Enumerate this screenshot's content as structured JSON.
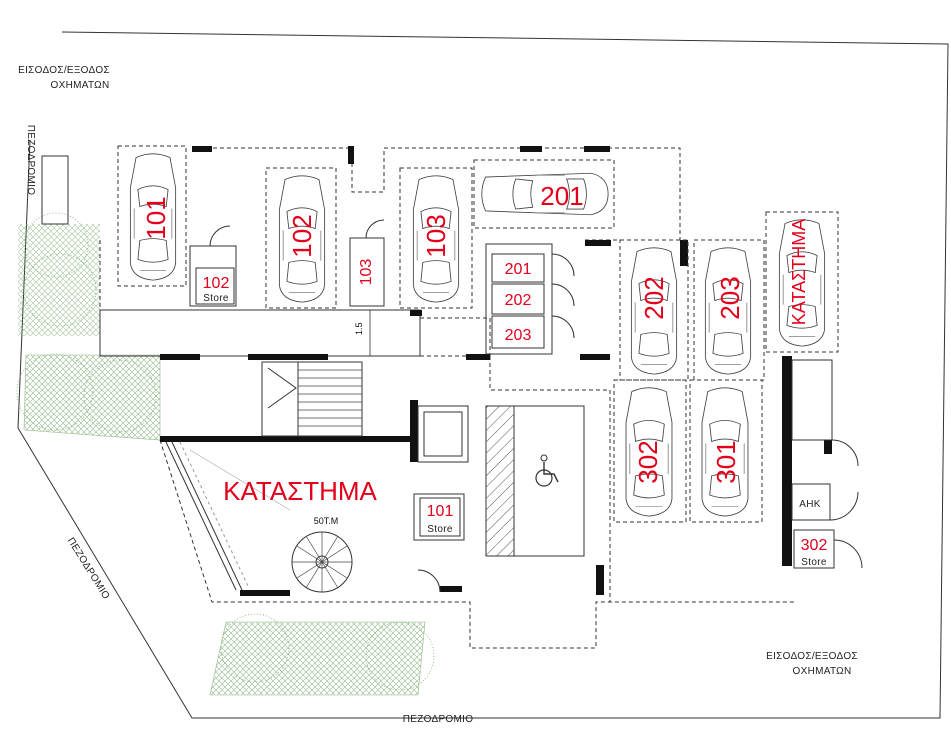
{
  "labels": {
    "entrance_top": [
      "ΕΙΣΟΔΟΣ/ΕΞΟΔΟΣ",
      "ΟΧΗΜΑΤΩΝ"
    ],
    "entrance_bottom": [
      "ΕΙΣΟΔΟΣ/ΕΞΟΔΟΣ",
      "ΟΧΗΜΑΤΩΝ"
    ],
    "sidewalk_left": "ΠΕΖΟΔΡΟΜΙΟ",
    "sidewalk_diag": "ΠΕΖΟΔΡΟΜΙΟ",
    "sidewalk_bottom": "ΠΕΖΟΔΡΟΜΙΟ",
    "shop_main": "ΚΑΤΑΣΤΗΜΑ",
    "shop_area": "50Τ.Μ",
    "shop_parking": "ΚΑΤΑΣΤΗΜΑ",
    "ahk": "ΑΗΚ",
    "dim": "1.5"
  },
  "parking": [
    "101",
    "102",
    "103",
    "201",
    "202",
    "203",
    "302",
    "301"
  ],
  "stores": [
    {
      "num": "102",
      "label": "Store"
    },
    {
      "num": "101",
      "label": "Store"
    },
    {
      "num": "302",
      "label": "Store"
    }
  ],
  "small_units": [
    "103",
    "201",
    "202",
    "203"
  ],
  "colors": {
    "label_red": "#e3001b",
    "grass": "#7fae74",
    "wall": "#111111"
  }
}
